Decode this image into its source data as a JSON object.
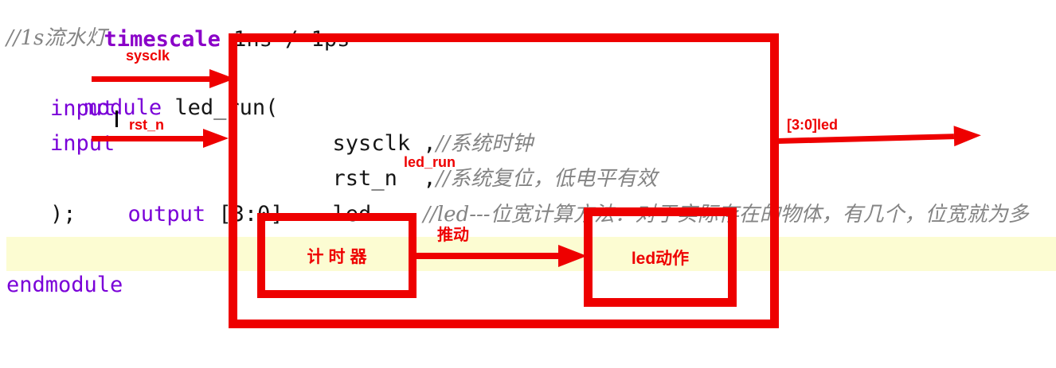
{
  "editor": {
    "line_timescale": {
      "keyword": "timescale",
      "rest": " 1ns / 1ps"
    },
    "line_title_comment": "//1s流水灯",
    "line_module": {
      "keyword": "module",
      "rest": " led_run("
    },
    "line_input_sysclk": {
      "keyword": "input",
      "port": "sysclk ,",
      "comment": "//系统时钟"
    },
    "line_input_rstn": {
      "keyword": "input",
      "port": "rst_n  ,",
      "comment": "//系统复位，低电平有效"
    },
    "line_output_led": {
      "keyword": "output",
      "range": " [3:0]",
      "port": "led    ",
      "comment": "//led---位宽计算方法：对于实际存在的物体，有几个，位宽就为多"
    },
    "line_close": ");",
    "line_endmodule": "endmodule"
  },
  "annotations": {
    "sysclk_arrow_label": "sysclk",
    "rstn_arrow_label": "rst_n",
    "led_out_arrow_label": "[3:0]led",
    "module_block_label": "led_run",
    "push_arrow_label": "推动",
    "timer_block_label": "计时器",
    "led_action_block_label": "led动作"
  },
  "colors": {
    "annotation_red": "#ee0000",
    "keyword_purple": "#7a00d8",
    "comment_gray": "#848484",
    "current_line_highlight": "#fcfcd2",
    "code_text": "#161616",
    "background": "#ffffff"
  }
}
